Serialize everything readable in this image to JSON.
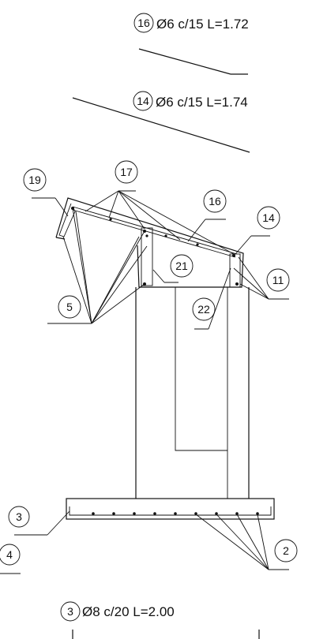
{
  "callouts": {
    "bar16": {
      "mark": "16",
      "spec": "Ø6 c/15 L=1.72"
    },
    "bar14": {
      "mark": "14",
      "spec": "Ø6 c/15 L=1.74"
    },
    "bar3": {
      "mark": "3",
      "spec": "Ø8 c/20 L=2.00"
    }
  },
  "labels": [
    "19",
    "17",
    "16",
    "14",
    "21",
    "11",
    "5",
    "22",
    "3",
    "4",
    "2"
  ]
}
